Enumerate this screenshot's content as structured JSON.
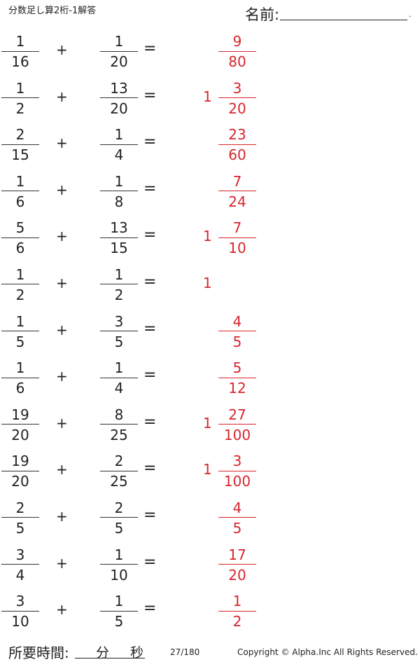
{
  "header": {
    "title": "分数足し算2桁-1解答",
    "name_label": "名前:",
    "name_dot": "."
  },
  "problems": [
    {
      "a_num": "1",
      "a_den": "16",
      "op": "+",
      "b_num": "1",
      "b_den": "20",
      "eq": "=",
      "ans_whole": "",
      "ans_num": "9",
      "ans_den": "80"
    },
    {
      "a_num": "1",
      "a_den": "2",
      "op": "+",
      "b_num": "13",
      "b_den": "20",
      "eq": "=",
      "ans_whole": "1",
      "ans_num": "3",
      "ans_den": "20"
    },
    {
      "a_num": "2",
      "a_den": "15",
      "op": "+",
      "b_num": "1",
      "b_den": "4",
      "eq": "=",
      "ans_whole": "",
      "ans_num": "23",
      "ans_den": "60"
    },
    {
      "a_num": "1",
      "a_den": "6",
      "op": "+",
      "b_num": "1",
      "b_den": "8",
      "eq": "=",
      "ans_whole": "",
      "ans_num": "7",
      "ans_den": "24"
    },
    {
      "a_num": "5",
      "a_den": "6",
      "op": "+",
      "b_num": "13",
      "b_den": "15",
      "eq": "=",
      "ans_whole": "1",
      "ans_num": "7",
      "ans_den": "10"
    },
    {
      "a_num": "1",
      "a_den": "2",
      "op": "+",
      "b_num": "1",
      "b_den": "2",
      "eq": "=",
      "ans_whole": "1",
      "ans_num": "",
      "ans_den": ""
    },
    {
      "a_num": "1",
      "a_den": "5",
      "op": "+",
      "b_num": "3",
      "b_den": "5",
      "eq": "=",
      "ans_whole": "",
      "ans_num": "4",
      "ans_den": "5"
    },
    {
      "a_num": "1",
      "a_den": "6",
      "op": "+",
      "b_num": "1",
      "b_den": "4",
      "eq": "=",
      "ans_whole": "",
      "ans_num": "5",
      "ans_den": "12"
    },
    {
      "a_num": "19",
      "a_den": "20",
      "op": "+",
      "b_num": "8",
      "b_den": "25",
      "eq": "=",
      "ans_whole": "1",
      "ans_num": "27",
      "ans_den": "100"
    },
    {
      "a_num": "19",
      "a_den": "20",
      "op": "+",
      "b_num": "2",
      "b_den": "25",
      "eq": "=",
      "ans_whole": "1",
      "ans_num": "3",
      "ans_den": "100"
    },
    {
      "a_num": "2",
      "a_den": "5",
      "op": "+",
      "b_num": "2",
      "b_den": "5",
      "eq": "=",
      "ans_whole": "",
      "ans_num": "4",
      "ans_den": "5"
    },
    {
      "a_num": "3",
      "a_den": "4",
      "op": "+",
      "b_num": "1",
      "b_den": "10",
      "eq": "=",
      "ans_whole": "",
      "ans_num": "17",
      "ans_den": "20"
    },
    {
      "a_num": "3",
      "a_den": "10",
      "op": "+",
      "b_num": "1",
      "b_den": "5",
      "eq": "=",
      "ans_whole": "",
      "ans_num": "1",
      "ans_den": "2"
    }
  ],
  "footer": {
    "time_label": "所要時間:",
    "unit_minutes": "分",
    "unit_seconds": "秒",
    "page": "27/180",
    "copyright": "Copyright ©  Alpha.Inc All Rights Reserved."
  },
  "colors": {
    "answer": "#d6262e",
    "text": "#222222"
  }
}
